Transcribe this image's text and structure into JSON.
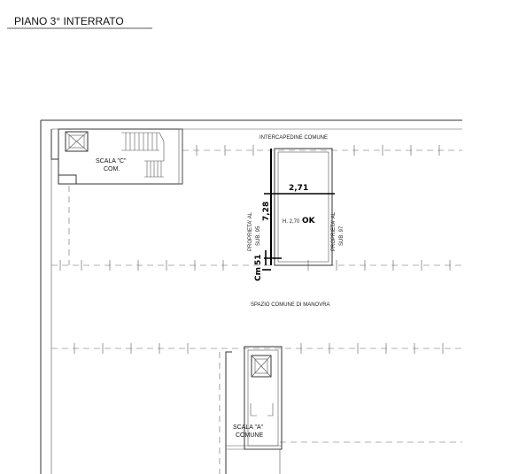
{
  "drawing": {
    "title": "PIANO 3° INTERRATO",
    "labels": {
      "intercapedine": "INTERCAPEDINE COMUNE",
      "stair_c_line1": "SCALA \"C\"",
      "stair_c_line2": "COM.",
      "stair_a_line1": "SCALA \"A\"",
      "stair_a_line2": "COMUNE",
      "manovra": "SPAZIO COMUNE DI MANOVRA",
      "prop_left_line1": "PROPRIETA' AL",
      "prop_left_line2": "SUB. 95",
      "prop_right_line1": "PROPRIETA' AL",
      "prop_right_line2": "SUB. 97",
      "height": "H. 2,70",
      "height_mark": "OK"
    },
    "dimensions": {
      "width": "2,71",
      "length": "7,28",
      "small": "51",
      "small2": "Cm"
    }
  }
}
